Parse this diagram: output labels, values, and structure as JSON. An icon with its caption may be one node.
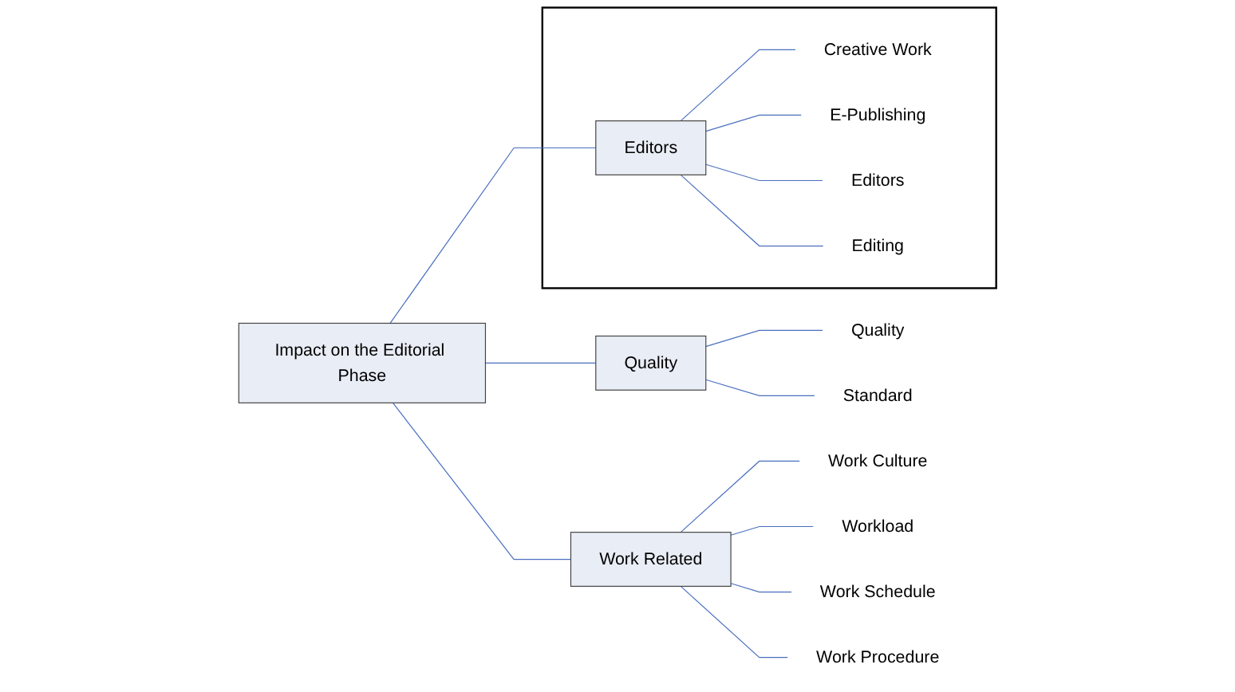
{
  "diagram": {
    "nodes": [
      {
        "text": [
          "Impact on the Editorial Phase"
        ]
      },
      {
        "text": [
          "Quality"
        ]
      },
      {
        "text": [
          "Quality"
        ]
      },
      {
        "text": [
          "Standard"
        ]
      },
      {
        "text": [],
        "shape": "box"
      },
      {
        "text": [
          "Editors"
        ],
        "in": 4
      },
      {
        "text": [
          "Creative Work"
        ],
        "in": 4
      },
      {
        "text": [
          "E-Publishing"
        ],
        "in": 4
      },
      {
        "text": [
          "Editors"
        ],
        "in": 4
      },
      {
        "text": [
          "Editing"
        ],
        "in": 4
      },
      {
        "text": [
          "Work Related"
        ]
      },
      {
        "text": [
          "Work Culture"
        ]
      },
      {
        "text": [
          "Workload"
        ]
      },
      {
        "text": [
          "Work Schedule"
        ]
      },
      {
        "text": [
          "Work Procedure"
        ]
      }
    ],
    "edges": [
      {
        "from": 0,
        "to": 1,
        "arrow": "none"
      },
      {
        "from": 0,
        "to": 5,
        "arrow": "none"
      },
      {
        "from": 0,
        "to": 10,
        "arrow": "none"
      },
      {
        "from": 1,
        "to": 2,
        "arrow": "none"
      },
      {
        "from": 1,
        "to": 3,
        "arrow": "none"
      },
      {
        "from": 5,
        "to": 6,
        "arrow": "none"
      },
      {
        "from": 5,
        "to": 7,
        "arrow": "none"
      },
      {
        "from": 5,
        "to": 8,
        "arrow": "none"
      },
      {
        "from": 5,
        "to": 9,
        "arrow": "none"
      },
      {
        "from": 10,
        "to": 11,
        "arrow": "none"
      },
      {
        "from": 10,
        "to": 12,
        "arrow": "none"
      },
      {
        "from": 10,
        "to": 13,
        "arrow": "none"
      },
      {
        "from": 10,
        "to": 14,
        "arrow": "none"
      }
    ]
  }
}
